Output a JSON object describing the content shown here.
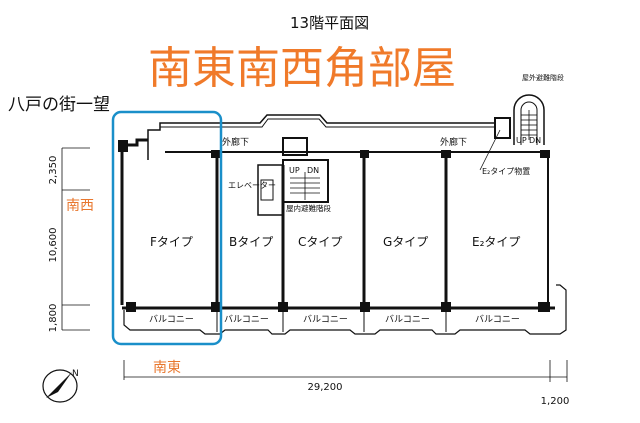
{
  "title": "13階平面図",
  "headline": "南東南西角部屋",
  "view_note": "八戸の街一望",
  "directions": {
    "southwest": "南西",
    "southeast": "南東"
  },
  "labels": {
    "outdoor_stairs": "屋外避難階段",
    "outer_corridor_left": "外廊下",
    "outer_corridor_right": "外廊下",
    "elevator": "エレベーター",
    "indoor_stairs": "屋内避難階段",
    "storage": "E₂タイプ物置",
    "up": "UP",
    "dn": "DN",
    "up2": "UP",
    "dn2": "DN"
  },
  "units": [
    {
      "type": "Fタイプ",
      "balcony": "バルコニー"
    },
    {
      "type": "Bタイプ",
      "balcony": "バルコニー"
    },
    {
      "type": "Cタイプ",
      "balcony": "バルコニー"
    },
    {
      "type": "Gタイプ",
      "balcony": "バルコニー"
    },
    {
      "type": "E₂タイプ",
      "balcony": "バルコニー"
    }
  ],
  "dimensions": {
    "corridor_depth": "2,350",
    "unit_depth": "10,600",
    "balcony_depth": "1,800",
    "total_width": "29,200",
    "extra_width": "1,200"
  },
  "compass": "N",
  "colors": {
    "headline": "#f07a2a",
    "highlight": "#1a8fc9",
    "direction_text": "#e8772e"
  }
}
